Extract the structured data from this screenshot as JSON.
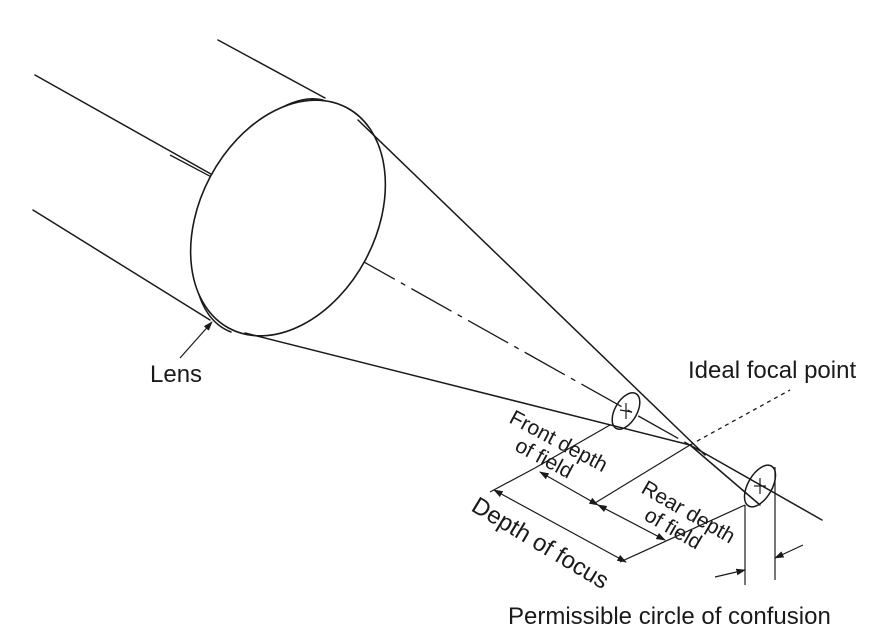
{
  "labels": {
    "lens": "Lens",
    "ideal_focal_point": "Ideal focal point",
    "front_depth_line1": "Front depth",
    "front_depth_line2": "of field",
    "rear_depth_line1": "Rear depth",
    "rear_depth_line2": "of field",
    "depth_of_focus": "Depth of focus",
    "circle_of_confusion": "Permissible circle of confusion"
  },
  "colors": {
    "ink": "#1a1a1a",
    "background": "#ffffff"
  }
}
